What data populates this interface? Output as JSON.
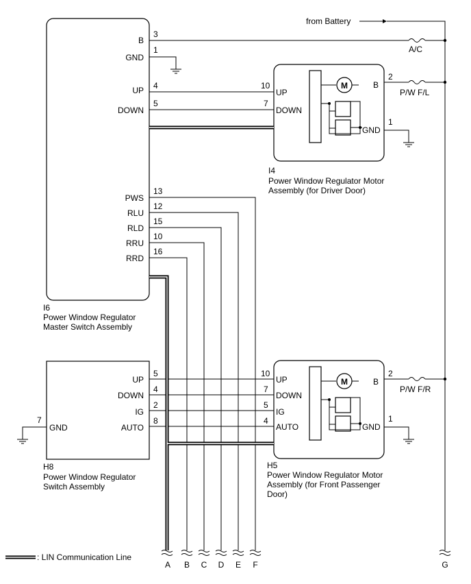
{
  "components": {
    "i6": {
      "code": "I6",
      "name_line1": "Power Window Regulator",
      "name_line2": "Master Switch Assembly",
      "terminals": [
        {
          "label": "B",
          "pin": "3"
        },
        {
          "label": "GND",
          "pin": "1"
        },
        {
          "label": "UP",
          "pin": "4"
        },
        {
          "label": "DOWN",
          "pin": "5"
        },
        {
          "label": "PWS",
          "pin": "13"
        },
        {
          "label": "RLU",
          "pin": "12"
        },
        {
          "label": "RLD",
          "pin": "15"
        },
        {
          "label": "RRU",
          "pin": "10"
        },
        {
          "label": "RRD",
          "pin": "16"
        }
      ]
    },
    "i4": {
      "code": "I4",
      "name_line1": "Power Window Regulator Motor",
      "name_line2": "Assembly (for Driver Door)",
      "motor": "M",
      "terminals": [
        {
          "label": "UP",
          "pin": "10"
        },
        {
          "label": "DOWN",
          "pin": "7"
        },
        {
          "label": "B",
          "pin": "2"
        },
        {
          "label": "GND",
          "pin": "1"
        }
      ]
    },
    "h8": {
      "code": "H8",
      "name_line1": "Power Window Regulator",
      "name_line2": "Switch Assembly",
      "terminals": [
        {
          "label": "UP",
          "pin": "5"
        },
        {
          "label": "DOWN",
          "pin": "4"
        },
        {
          "label": "IG",
          "pin": "2"
        },
        {
          "label": "AUTO",
          "pin": "8"
        },
        {
          "label": "GND",
          "pin": "7"
        }
      ]
    },
    "h5": {
      "code": "H5",
      "name_line1": "Power Window Regulator Motor",
      "name_line2": "Assembly (for Front Passenger",
      "name_line3": "Door)",
      "motor": "M",
      "terminals": [
        {
          "label": "UP",
          "pin": "10"
        },
        {
          "label": "DOWN",
          "pin": "7"
        },
        {
          "label": "IG",
          "pin": "5"
        },
        {
          "label": "AUTO",
          "pin": "4"
        },
        {
          "label": "B",
          "pin": "2"
        },
        {
          "label": "GND",
          "pin": "1"
        }
      ]
    }
  },
  "supply": {
    "from_battery": "from Battery",
    "fuse_ac": "A/C",
    "fuse_pwfl": "P/W F/L",
    "fuse_pwfr": "P/W F/R"
  },
  "connectors": [
    "A",
    "B",
    "C",
    "D",
    "E",
    "F",
    "G"
  ],
  "legend": {
    "label": ": LIN Communication Line"
  }
}
